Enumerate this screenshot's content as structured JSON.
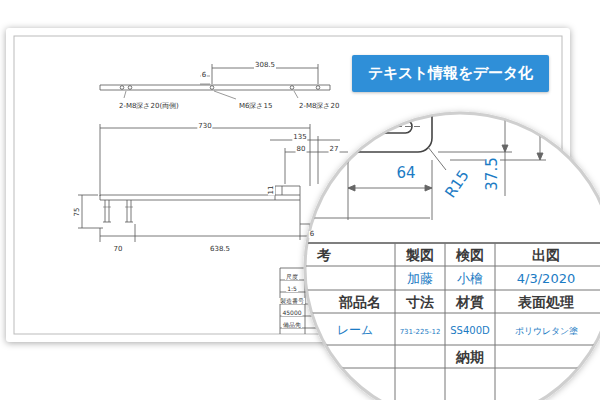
{
  "diagram": {
    "nodes": [
      {
        "text": [
          "テキスト情報をデータ化"
        ]
      }
    ],
    "labels": [
      "6",
      "308.5",
      "2-M8深さ20(両側)",
      "M6深さ15",
      "2-M8深さ20",
      "730",
      "135",
      "80",
      "27",
      "11",
      "75",
      "6",
      "70",
      "638.5",
      "尺度",
      "1:5",
      "製造番号",
      "45000",
      "備品先",
      "64",
      "R15",
      "37.5",
      "考",
      "製図",
      "検図",
      "出図",
      "加藤",
      "小檜",
      "4/3/2020",
      "部品名",
      "寸法",
      "材質",
      "表面処理",
      "レーム",
      "731-225-12",
      "SS400D",
      "ポリウレタン塗",
      "納期"
    ]
  }
}
